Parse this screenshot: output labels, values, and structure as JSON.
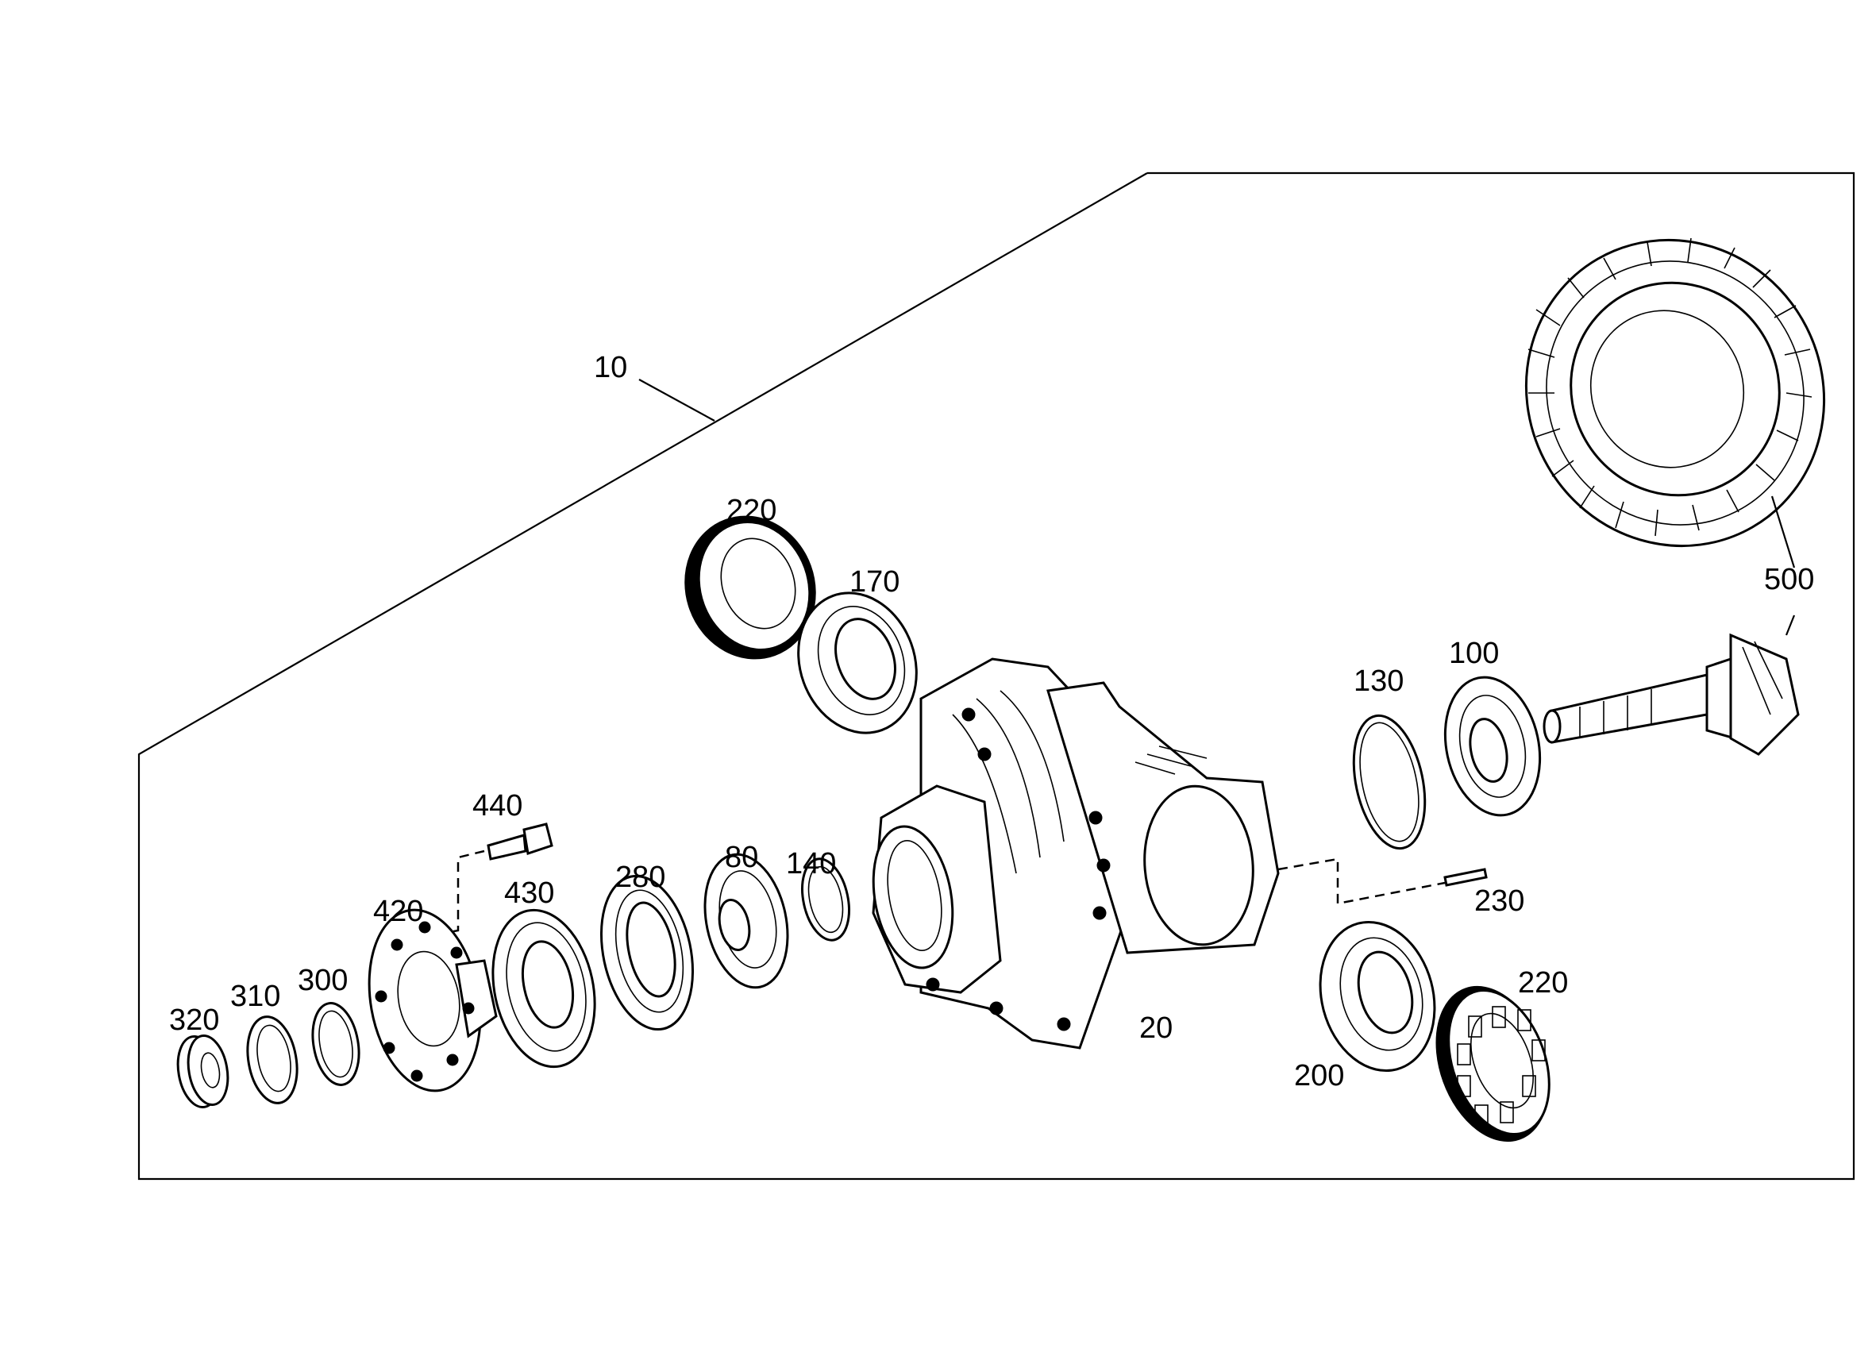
{
  "labels": {
    "p10": "10",
    "p220_top": "220",
    "p170": "170",
    "p500": "500",
    "p130": "130",
    "p100": "100",
    "p440": "440",
    "p420": "420",
    "p430": "430",
    "p280": "280",
    "p80": "80",
    "p140": "140",
    "p230": "230",
    "p320": "320",
    "p310": "310",
    "p300": "300",
    "p20": "20",
    "p220_bottom": "220",
    "p200": "200"
  }
}
